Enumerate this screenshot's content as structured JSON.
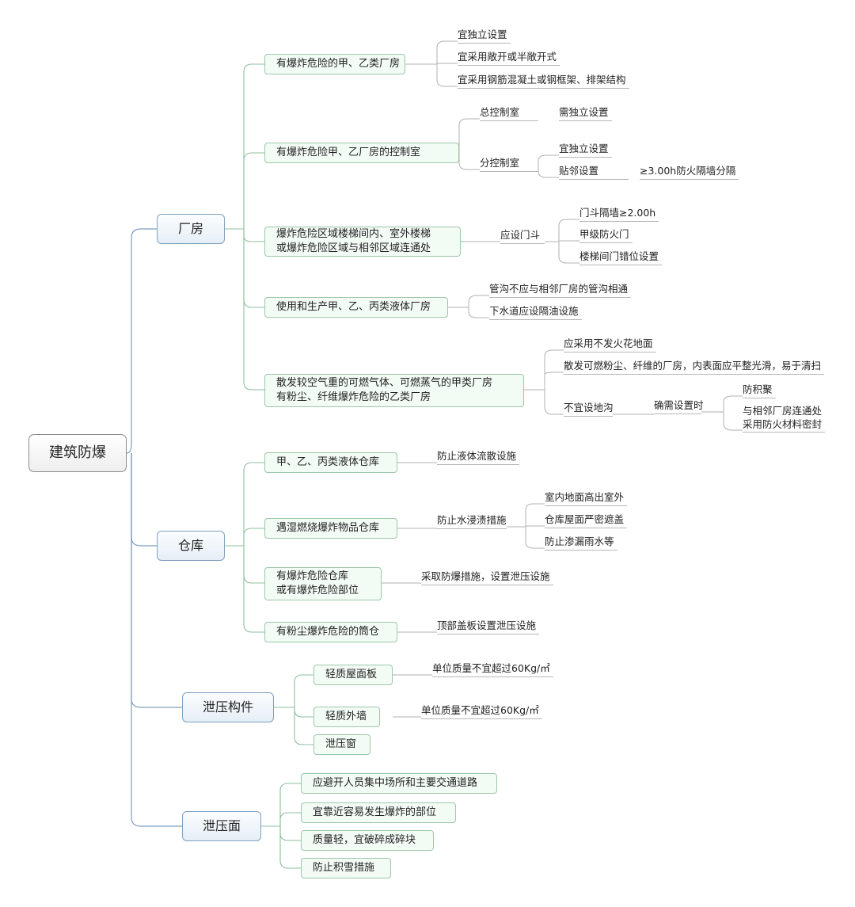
{
  "root": "建筑防爆",
  "branches": {
    "factory": "厂房",
    "warehouse": "仓库",
    "relief_parts": "泄压构件",
    "relief_face": "泄压面"
  },
  "factory": {
    "n1": {
      "label": "有爆炸危险的甲、乙类厂房",
      "items": [
        "宜独立设置",
        "宜采用敞开或半敞开式",
        "宜采用钢筋混凝土或钢框架、排架结构"
      ]
    },
    "n2": {
      "label": "有爆炸危险甲、乙厂房的控制室",
      "main_room": "总控制室",
      "main_room_req": "需独立设置",
      "sub_room": "分控制室",
      "sub_opt1": "宜独立设置",
      "sub_opt2": "贴邻设置",
      "sub_opt2_req": "≥3.00h防火隔墙分隔"
    },
    "n3": {
      "label": "爆炸危险区域楼梯间内、室外楼梯\n或爆炸危险区域与相邻区域连通处",
      "req": "应设门斗",
      "items": [
        "门斗隔墙≥2.00h",
        "甲级防火门",
        "楼梯间门错位设置"
      ]
    },
    "n4": {
      "label": "使用和生产甲、乙、丙类液体厂房",
      "items": [
        "管沟不应与相邻厂房的管沟相通",
        "下水道应设隔油设施"
      ]
    },
    "n5": {
      "label": "散发较空气重的可燃气体、可燃蒸气的甲类厂房\n有粉尘、纤维爆炸危险的乙类厂房",
      "items": [
        "应采用不发火花地面",
        "散发可燃粉尘、纤维的厂房，内表面应平整光滑，易于清扫"
      ],
      "no_trench": "不宜设地沟",
      "if_needed": "确需设置时",
      "sub_items": [
        "防积聚",
        "与相邻厂房连通处\n采用防火材料密封"
      ]
    }
  },
  "warehouse": {
    "n1": {
      "label": "甲、乙、丙类液体仓库",
      "req": "防止液体流散设施"
    },
    "n2": {
      "label": "遇湿燃烧爆炸物品仓库",
      "req": "防止水浸渍措施",
      "items": [
        "室内地面高出室外",
        "仓库屋面严密遮盖",
        "防止渗漏雨水等"
      ]
    },
    "n3": {
      "label": "有爆炸危险仓库\n或有爆炸危险部位",
      "req": "采取防爆措施，设置泄压设施"
    },
    "n4": {
      "label": "有粉尘爆炸危险的筒仓",
      "req": "顶部盖板设置泄压设施"
    }
  },
  "relief_parts": {
    "n1": {
      "label": "轻质屋面板",
      "req": "单位质量不宜超过60Kg/㎡"
    },
    "n2": {
      "label": "轻质外墙",
      "req": "单位质量不宜超过60Kg/㎡"
    },
    "n3": {
      "label": "泄压窗"
    }
  },
  "relief_face": {
    "items": [
      "应避开人员集中场所和主要交通道路",
      "宜靠近容易发生爆炸的部位",
      "质量轻，宜破碎成碎块",
      "防止积雪措施"
    ]
  },
  "colors": {
    "trunk": "#7e9fc0",
    "branch": "#8fbf9c",
    "leaf_line": "#b0b0b0"
  }
}
